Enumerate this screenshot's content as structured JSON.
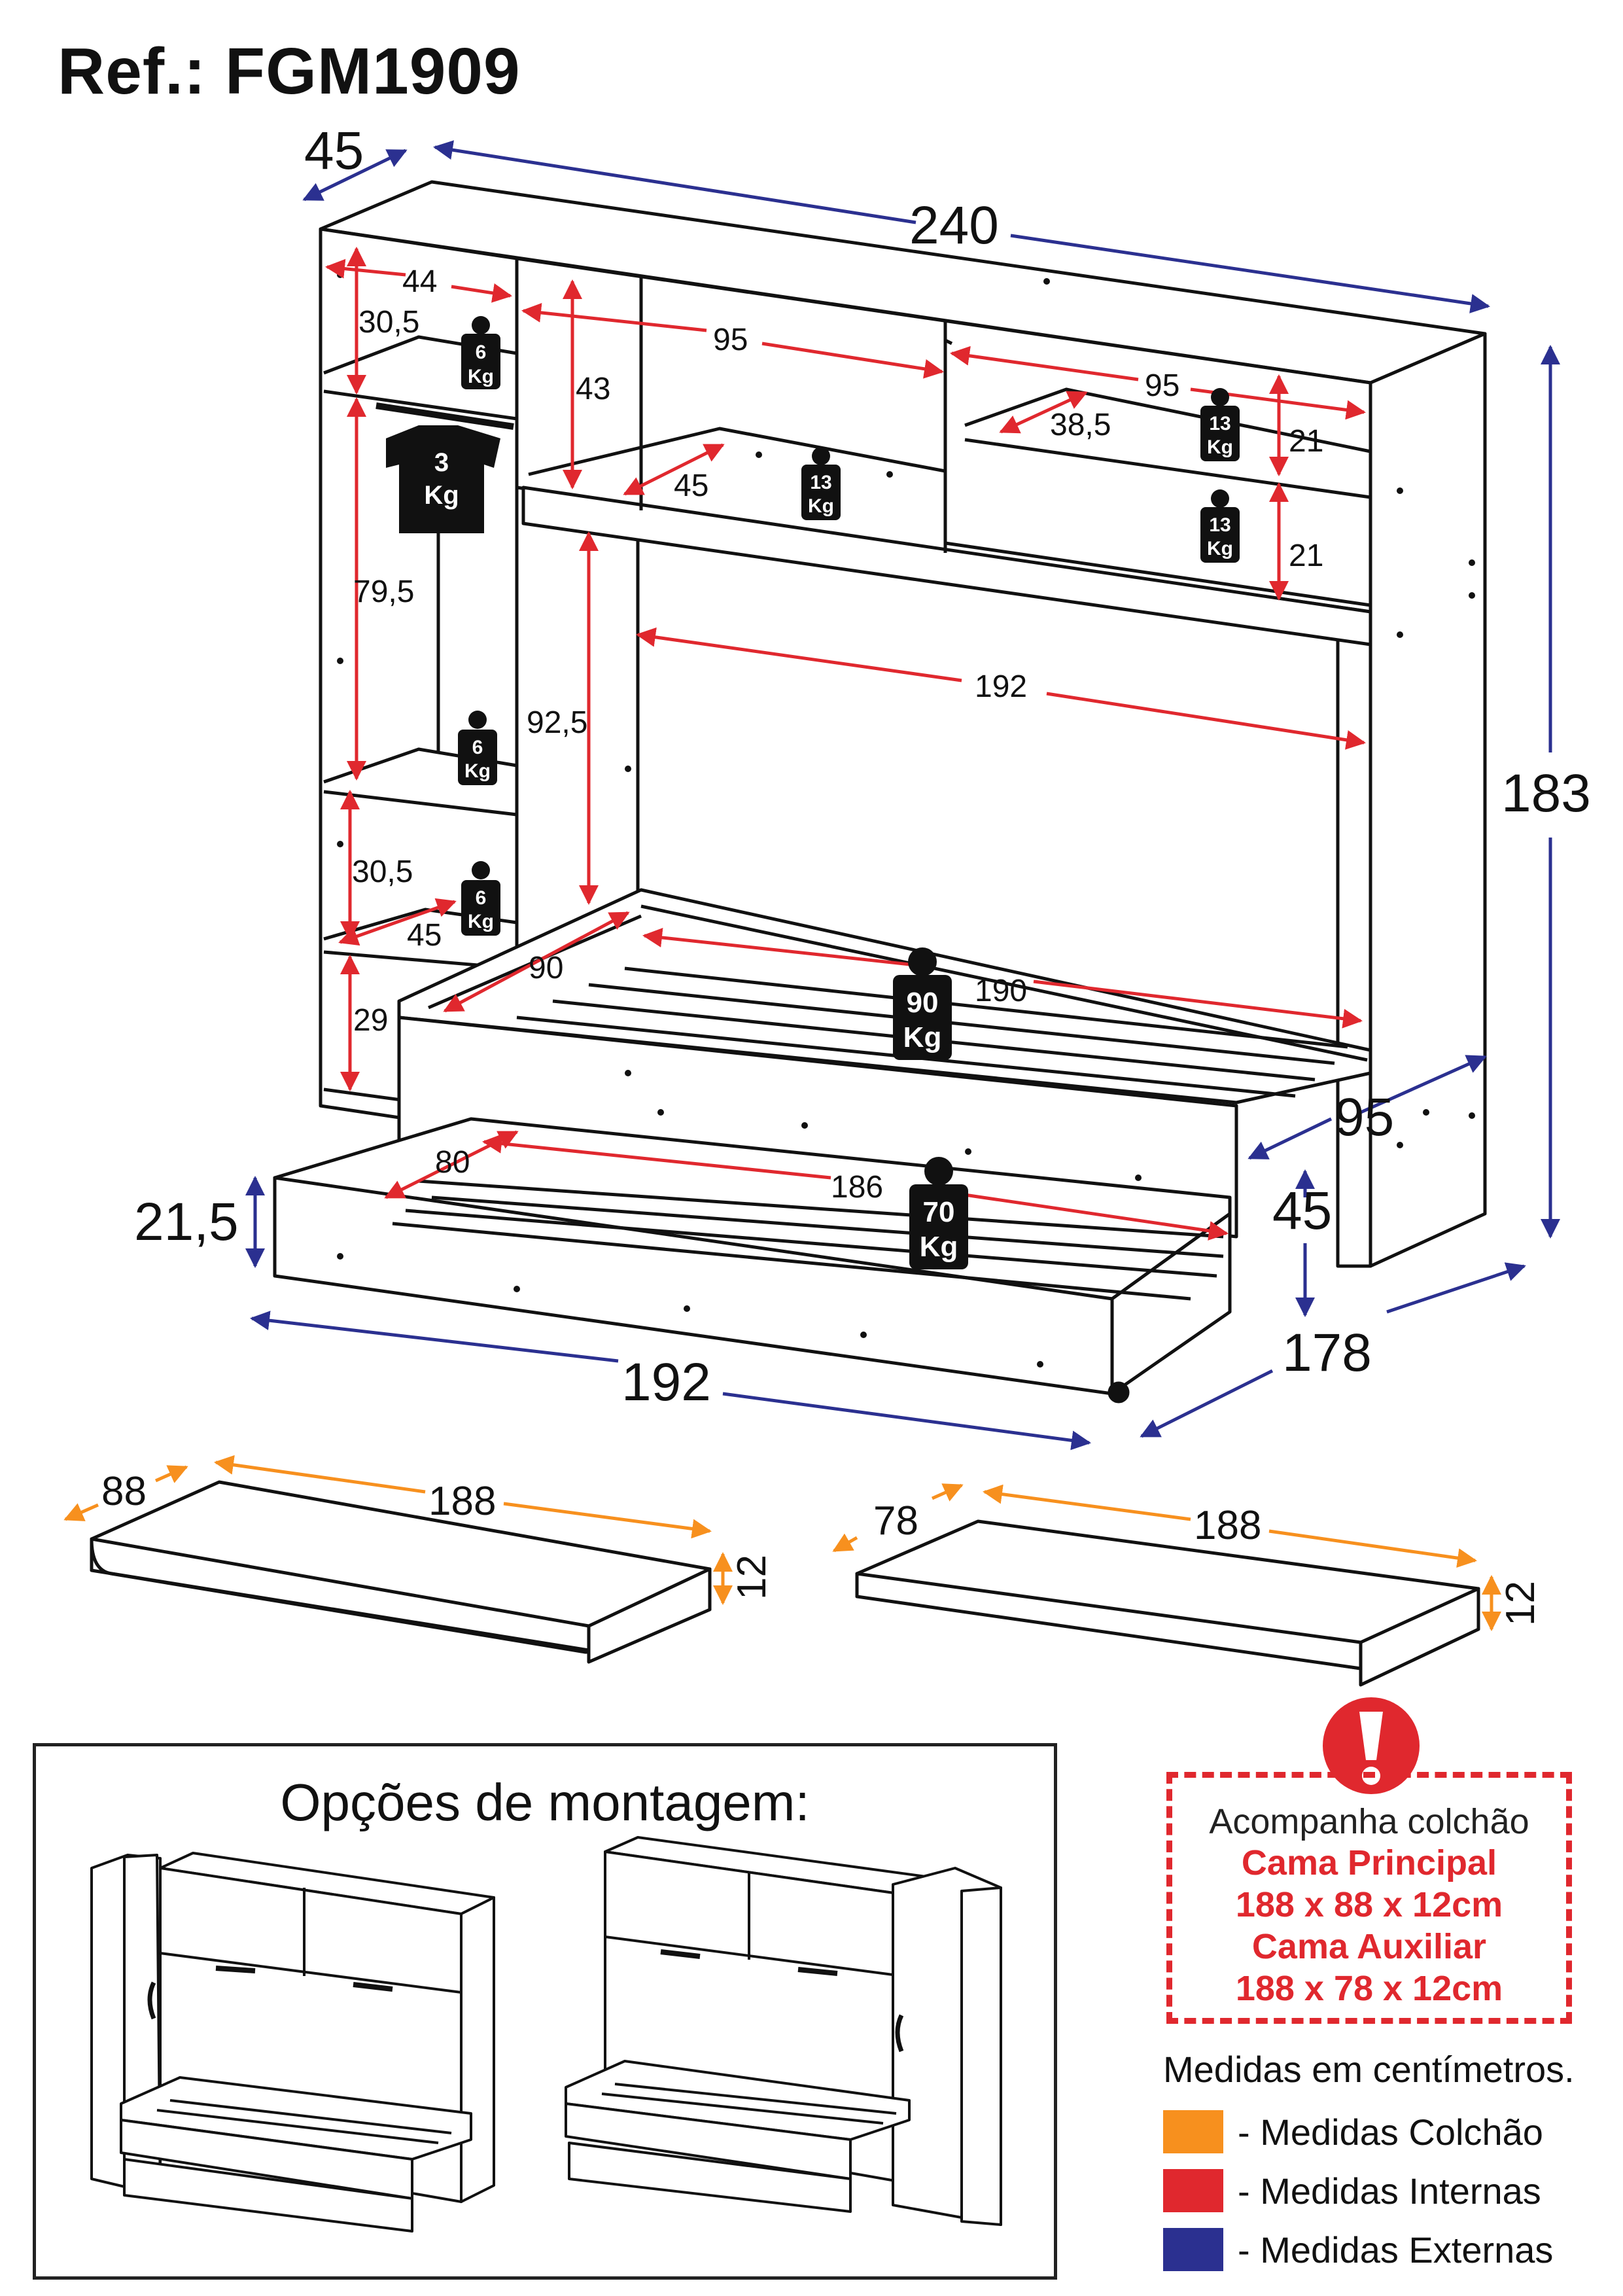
{
  "header": {
    "reference": "Ref.: FGM1909"
  },
  "dimensions": {
    "depth_top": "45",
    "width_total": "240",
    "height_total": "183",
    "closet_inner_width": "44",
    "closet_shelf_top": "30,5",
    "closet_hanging": "79,5",
    "closet_shelf_mid": "30,5",
    "closet_shelf_depth": "45",
    "closet_bottom": "29",
    "niche_left_width": "95",
    "niche_left_height": "43",
    "niche_left_depth": "45",
    "niche_right_width": "95",
    "niche_right_depth": "38,5",
    "niche_right_h1": "21",
    "niche_right_h2": "21",
    "inner_opening_width": "192",
    "inner_opening_height": "92,5",
    "bed_main_width": "90",
    "bed_main_length": "190",
    "bed_aux_width": "80",
    "bed_aux_length": "186",
    "bed_aux_height": "21,5",
    "bed_aux_total_length": "192",
    "bed_depth": "95",
    "bed_height": "45",
    "bed_total_depth": "178",
    "mattress_main_width": "88",
    "mattress_main_length": "188",
    "mattress_main_thick": "12",
    "mattress_aux_width": "78",
    "mattress_aux_length": "188",
    "mattress_aux_thick": "12"
  },
  "weights": {
    "w_top_left": [
      "6",
      "Kg"
    ],
    "w_hanger": [
      "3",
      "Kg"
    ],
    "w_closet_mid": [
      "6",
      "Kg"
    ],
    "w_closet_low": [
      "6",
      "Kg"
    ],
    "w_niche_left": [
      "13",
      "Kg"
    ],
    "w_niche_right_top": [
      "13",
      "Kg"
    ],
    "w_niche_right_bottom": [
      "13",
      "Kg"
    ],
    "w_bed_main": [
      "90",
      "Kg"
    ],
    "w_bed_aux": [
      "70",
      "Kg"
    ]
  },
  "options": {
    "title": "Opções de montagem:"
  },
  "notice": {
    "line1": "Acompanha colchão",
    "line2": "Cama Principal",
    "line3": "188 x 88 x 12cm",
    "line4": "Cama Auxiliar",
    "line5": "188 x 78 x 12cm"
  },
  "legend": {
    "title": "Medidas em centímetros.",
    "items": [
      {
        "label": "- Medidas Colchão",
        "color": "#f7901e"
      },
      {
        "label": "- Medidas Internas",
        "color": "#e0282e"
      },
      {
        "label": "- Medidas Externas",
        "color": "#2b3090"
      }
    ]
  },
  "colors": {
    "external": "#2b3090",
    "internal": "#e0282e",
    "mattress": "#f7901e"
  }
}
